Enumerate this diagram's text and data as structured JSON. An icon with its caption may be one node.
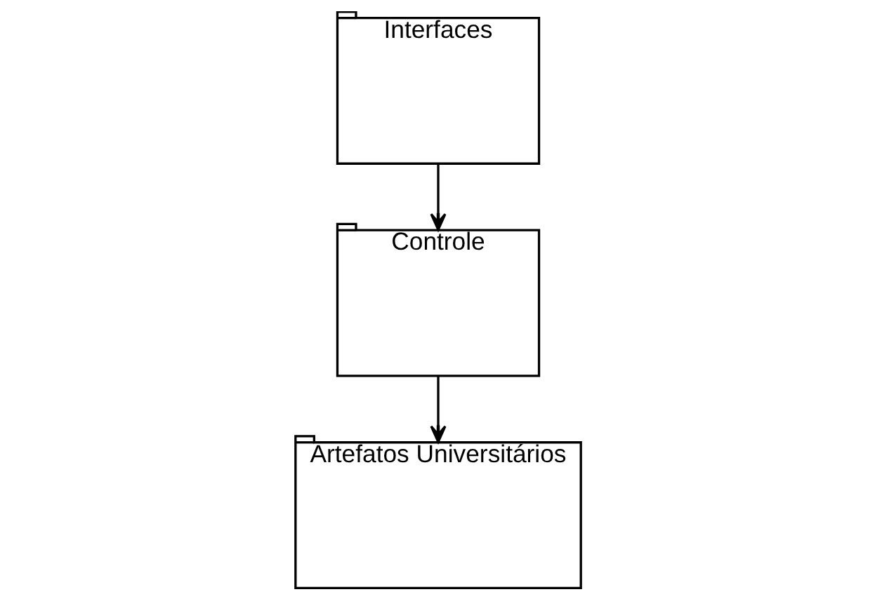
{
  "diagram": {
    "nodes": [
      {
        "text": [
          "Interfaces"
        ]
      },
      {
        "text": [
          "Controle"
        ]
      },
      {
        "text": [
          "Artefatos Universitários"
        ]
      }
    ],
    "edges": [
      {
        "from": 0,
        "to": 1,
        "arrow": "to"
      },
      {
        "from": 1,
        "to": 2,
        "arrow": "to"
      }
    ]
  }
}
